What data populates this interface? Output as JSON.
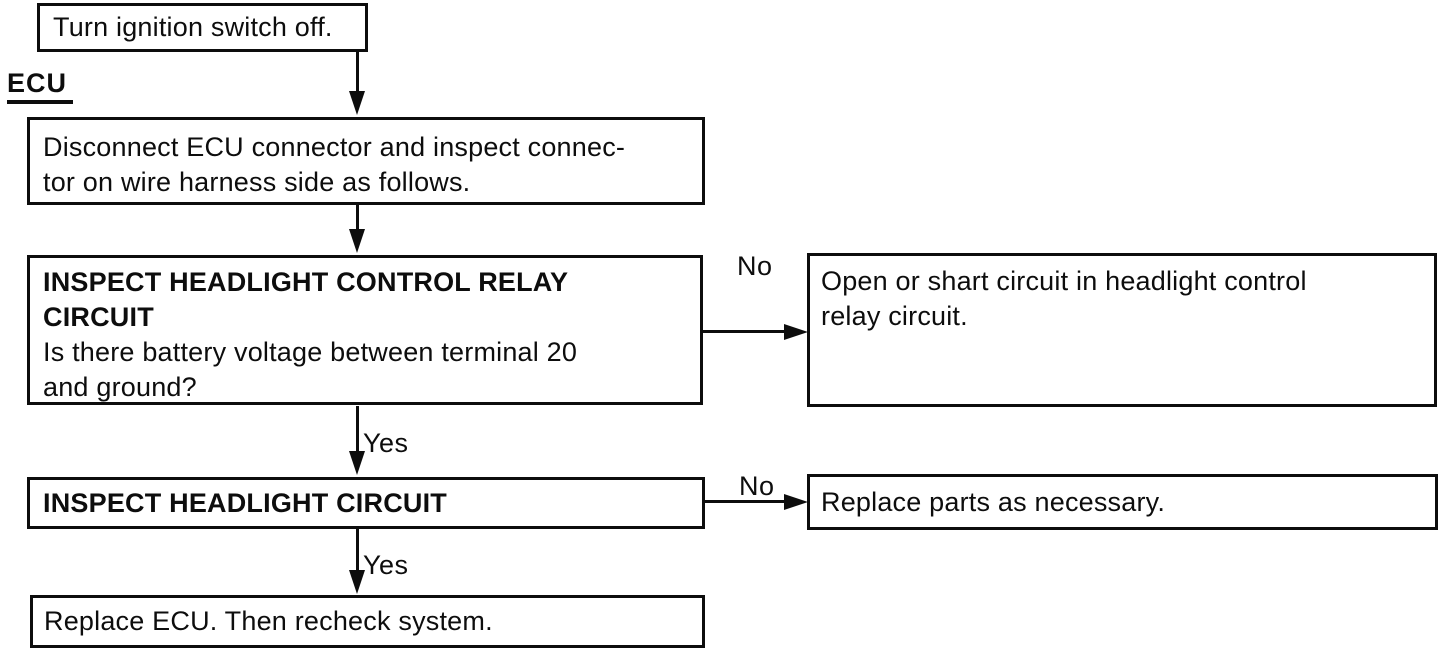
{
  "heading": {
    "ecu": "ECU"
  },
  "nodes": {
    "turn_ignition": {
      "text": "Turn ignition switch off."
    },
    "disconnect": {
      "lines": [
        "Disconnect ECU connector and inspect connec-",
        "tor on wire harness side as follows."
      ]
    },
    "inspect_relay": {
      "title_lines": [
        "INSPECT HEADLIGHT CONTROL RELAY",
        "CIRCUIT"
      ],
      "question_lines": [
        "Is there battery voltage between terminal 20",
        "and ground?"
      ]
    },
    "open_short": {
      "lines": [
        "Open or shart circuit in headlight control",
        "relay circuit."
      ]
    },
    "inspect_headlight": {
      "title": "INSPECT HEADLIGHT CIRCUIT"
    },
    "replace_parts": {
      "text": "Replace parts as necessary."
    },
    "replace_ecu": {
      "text": "Replace ECU. Then recheck system."
    }
  },
  "branch_labels": {
    "relay_no": "No",
    "relay_yes": "Yes",
    "headlight_no": "No",
    "headlight_yes": "Yes"
  },
  "colors": {
    "ink": "#0d0d0d",
    "background": "#ffffff"
  }
}
